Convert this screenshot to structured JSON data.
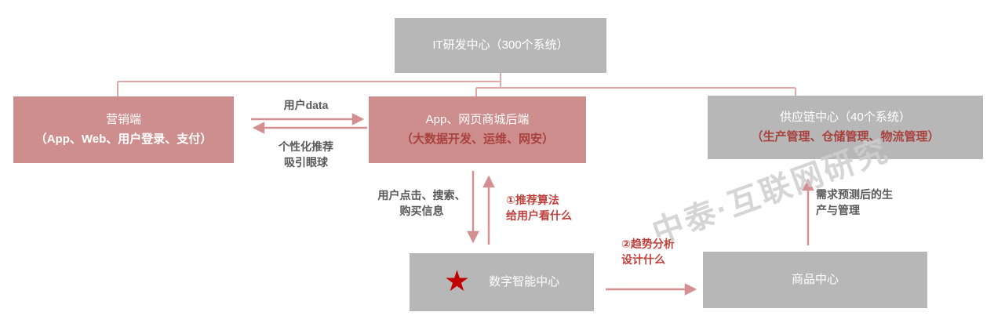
{
  "diagram_title": "IT R&D architecture flow diagram",
  "colors": {
    "box_gray": "#b7b7b7",
    "box_rose": "#cf8e8e",
    "text_white": "#ffffff",
    "text_dark_red": "#a8413e",
    "label_red": "#c0403c",
    "label_gray": "#595959",
    "connector_pink": "#dfa9a9",
    "arrow_rose": "#d49090",
    "star_red": "#c00000",
    "watermark_gray": "#cecece"
  },
  "nodes": {
    "it_center": {
      "label": "IT研发中心（300个系统）"
    },
    "marketing": {
      "line1": "营销端",
      "line2": "（App、Web、用户登录、支付）"
    },
    "backend": {
      "line1": "App、网页商城后端",
      "line2": "（大数据开发、运维、网安）"
    },
    "supply_chain": {
      "line1": "供应链中心（40个系统）",
      "line2": "（生产管理、仓储管理、物流管理）"
    },
    "digital_intelligence": {
      "star_icon": "★",
      "label": "数字智能中心"
    },
    "product_center": {
      "label": "商品中心"
    }
  },
  "edge_labels": {
    "user_data": "用户data",
    "personalized_line1": "个性化推荐",
    "personalized_line2": "吸引眼球",
    "clicks_line1": "用户点击、搜索、",
    "clicks_line2": "购买信息",
    "algo_line1": "①推荐算法",
    "algo_line2": "给用户看什么",
    "trend_line1": "②趋势分析",
    "trend_line2": "设计什么",
    "demand_line1": "需求预测后的生",
    "demand_line2": "产与管理"
  },
  "watermark": "中泰·互联网研究"
}
